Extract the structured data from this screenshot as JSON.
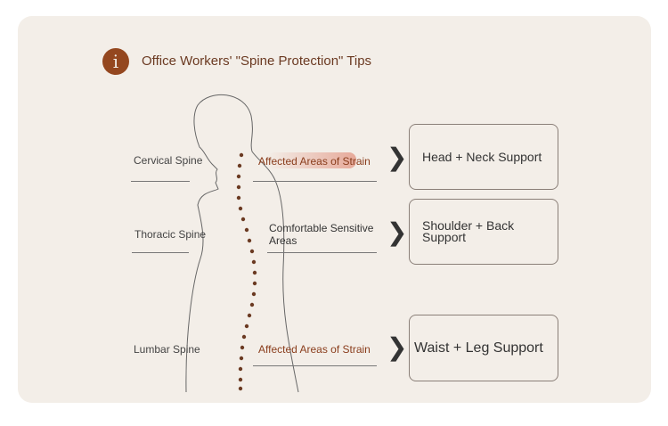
{
  "header": {
    "title": "Office Workers' \"Spine Protection\" Tips",
    "icon": "info-icon"
  },
  "rows": [
    {
      "spine": "Cervical Spine",
      "area": "Affected Areas of Strain",
      "support": "Head + Neck Support"
    },
    {
      "spine": "Thoracic Spine",
      "area": "Comfortable Sensitive Areas",
      "support": "Shoulder + Back Support"
    },
    {
      "spine": "Lumbar Spine",
      "area": "Affected Areas of Strain",
      "support": "Waist + Leg Support"
    }
  ],
  "colors": {
    "accent": "#94471f",
    "background": "#f3eee8"
  }
}
